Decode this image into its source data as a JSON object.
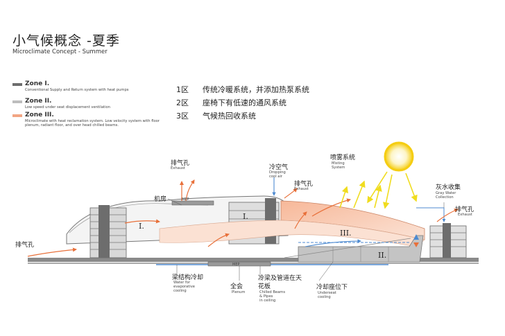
{
  "title": {
    "cn": "小气候概念 -夏季",
    "en": "Microclimate Concept - Summer"
  },
  "legend": [
    {
      "name": "Zone I.",
      "desc": "Conventional Supply and Return system with heat pumps",
      "color": "#6d6d6d"
    },
    {
      "name": "Zone II.",
      "desc": "Low speed under seat displacement ventilation",
      "color": "#bdbdbd"
    },
    {
      "name": "Zone III.",
      "desc": "Microclimate with heat reclamation system. Low velocity system with floor plenum, radiant floor, and over head chilled beams.",
      "color": "#f2a583"
    }
  ],
  "zone_list": [
    {
      "num": "1区",
      "text": "传统冷暖系统，并添加热泵系统"
    },
    {
      "num": "2区",
      "text": "座椅下有低速的通风系统"
    },
    {
      "num": "3区",
      "text": "气候热回收系统"
    }
  ],
  "labels": {
    "exhaust_top": {
      "cn": "排气孔",
      "en": "Exhaust"
    },
    "machine_room": {
      "cn": "机房"
    },
    "mep_top": "MEP",
    "mep_bottom": "MEP",
    "cool_air": {
      "cn": "冷空气",
      "en1": "Dropping",
      "en2": "cool air"
    },
    "exhaust_mid": {
      "cn": "排气孔",
      "en": "Exhaust"
    },
    "misting": {
      "cn": "喷雾系统",
      "en1": "Misting",
      "en2": "System"
    },
    "gray_water": {
      "cn": "灰水收集",
      "en1": "Gray Water",
      "en2": "Collection"
    },
    "exhaust_right": {
      "cn": "排气孔",
      "en": "Exhaust"
    },
    "exhaust_left": {
      "cn": "排气孔"
    },
    "evaporative": {
      "cn": "梁结构冷却",
      "en1": "Water for",
      "en2": "evaporative",
      "en3": "cooling"
    },
    "plenum": {
      "cn": "全会",
      "en": "Plenum"
    },
    "chilled_beams": {
      "cn1": "冷梁及管道在天",
      "cn2": "花板",
      "en1": "Chilled Beams",
      "en2": "& Pipes",
      "en3": "in ceiling"
    },
    "underseat": {
      "cn": "冷却座位下",
      "en1": "Underseat",
      "en2": "cooling"
    }
  },
  "zone_marks": {
    "one_left": "I.",
    "one_mid": "I.",
    "three": "III.",
    "two": "II."
  },
  "colors": {
    "zone1": "#6d6d6d",
    "zone2": "#bdbdbd",
    "zone3": "#f2a583",
    "sun": "#f7d117",
    "rays": "#f0dc1e",
    "water": "#4d8ad0",
    "exhaust": "#e8703a"
  }
}
